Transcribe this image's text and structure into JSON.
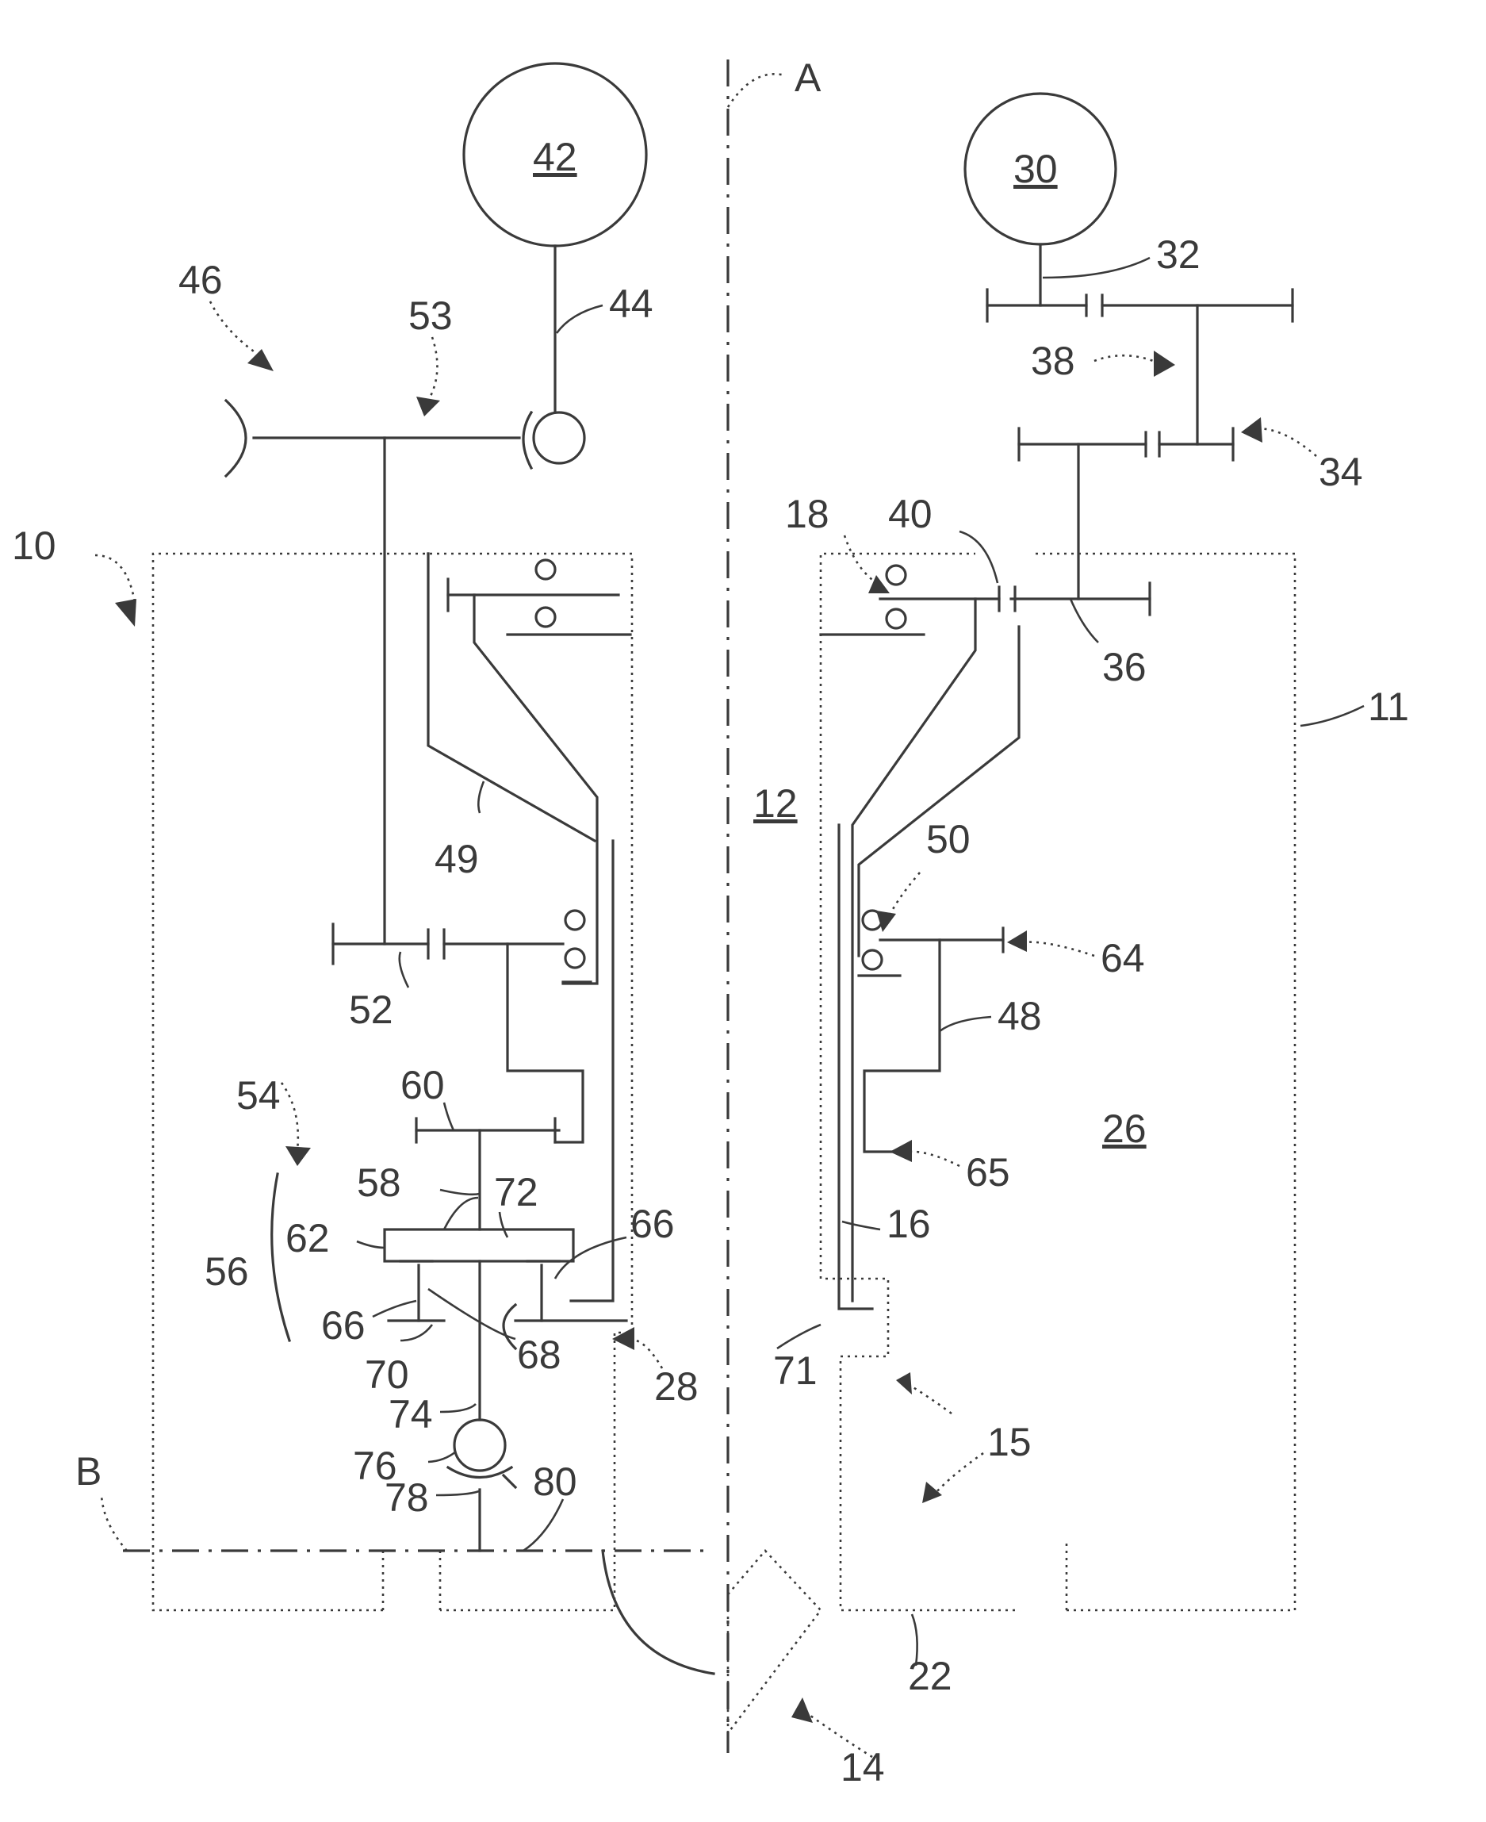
{
  "labels": {
    "A": "A",
    "B": "B",
    "n10": "10",
    "n11": "11",
    "n12": "12",
    "n14": "14",
    "n15": "15",
    "n16": "16",
    "n18": "18",
    "n22": "22",
    "n26": "26",
    "n28": "28",
    "n30": "30",
    "n32": "32",
    "n34": "34",
    "n36": "36",
    "n38": "38",
    "n40": "40",
    "n42": "42",
    "n44": "44",
    "n46": "46",
    "n48": "48",
    "n49": "49",
    "n50": "50",
    "n52": "52",
    "n53": "53",
    "n54": "54",
    "n56": "56",
    "n58": "58",
    "n60": "60",
    "n62": "62",
    "n64": "64",
    "n65": "65",
    "n66a": "66",
    "n66b": "66",
    "n68": "68",
    "n70": "70",
    "n71": "71",
    "n72": "72",
    "n74": "74",
    "n76": "76",
    "n78": "78",
    "n80": "80"
  }
}
